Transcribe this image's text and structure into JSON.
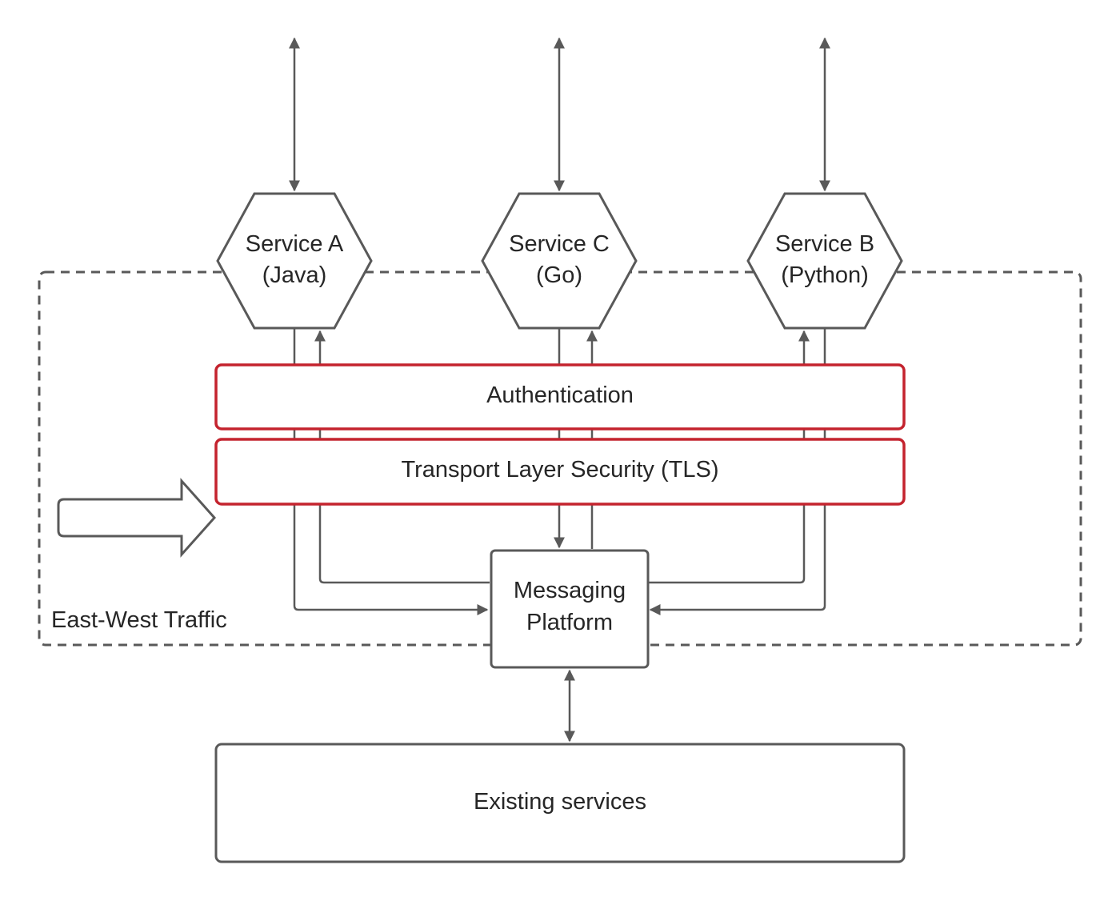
{
  "services": [
    {
      "name": "Service A",
      "lang": "(Java)"
    },
    {
      "name": "Service C",
      "lang": "(Go)"
    },
    {
      "name": "Service B",
      "lang": "(Python)"
    }
  ],
  "layers": {
    "auth": "Authentication",
    "tls": "Transport Layer Security (TLS)"
  },
  "messaging": {
    "line1": "Messaging",
    "line2": "Platform"
  },
  "region_label": "East-West Traffic",
  "existing": "Existing services",
  "colors": {
    "line": "#595959",
    "security_border": "#c4232e",
    "text": "#262626"
  }
}
